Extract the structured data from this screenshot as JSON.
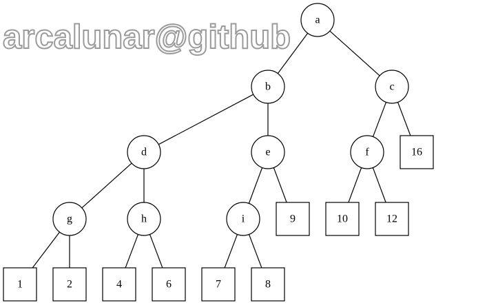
{
  "diagram": {
    "type": "tree",
    "nodes": [
      {
        "id": "a",
        "label": "a",
        "shape": "circle"
      },
      {
        "id": "b",
        "label": "b",
        "shape": "circle"
      },
      {
        "id": "c",
        "label": "c",
        "shape": "circle"
      },
      {
        "id": "d",
        "label": "d",
        "shape": "circle"
      },
      {
        "id": "e",
        "label": "e",
        "shape": "circle"
      },
      {
        "id": "f",
        "label": "f",
        "shape": "circle"
      },
      {
        "id": "n16",
        "label": "16",
        "shape": "box"
      },
      {
        "id": "g",
        "label": "g",
        "shape": "circle"
      },
      {
        "id": "h",
        "label": "h",
        "shape": "circle"
      },
      {
        "id": "i",
        "label": "i",
        "shape": "circle"
      },
      {
        "id": "n9",
        "label": "9",
        "shape": "box"
      },
      {
        "id": "n10",
        "label": "10",
        "shape": "box"
      },
      {
        "id": "n12",
        "label": "12",
        "shape": "box"
      },
      {
        "id": "n1",
        "label": "1",
        "shape": "box"
      },
      {
        "id": "n2",
        "label": "2",
        "shape": "box"
      },
      {
        "id": "n4",
        "label": "4",
        "shape": "box"
      },
      {
        "id": "n6",
        "label": "6",
        "shape": "box"
      },
      {
        "id": "n7",
        "label": "7",
        "shape": "box"
      },
      {
        "id": "n8",
        "label": "8",
        "shape": "box"
      }
    ],
    "edges": [
      [
        "a",
        "b"
      ],
      [
        "a",
        "c"
      ],
      [
        "b",
        "d"
      ],
      [
        "b",
        "e"
      ],
      [
        "c",
        "f"
      ],
      [
        "c",
        "n16"
      ],
      [
        "d",
        "g"
      ],
      [
        "d",
        "h"
      ],
      [
        "e",
        "i"
      ],
      [
        "e",
        "n9"
      ],
      [
        "f",
        "n10"
      ],
      [
        "f",
        "n12"
      ],
      [
        "g",
        "n1"
      ],
      [
        "g",
        "n2"
      ],
      [
        "h",
        "n4"
      ],
      [
        "h",
        "n6"
      ],
      [
        "i",
        "n7"
      ],
      [
        "i",
        "n8"
      ]
    ]
  },
  "watermark": "arcalunar@github"
}
